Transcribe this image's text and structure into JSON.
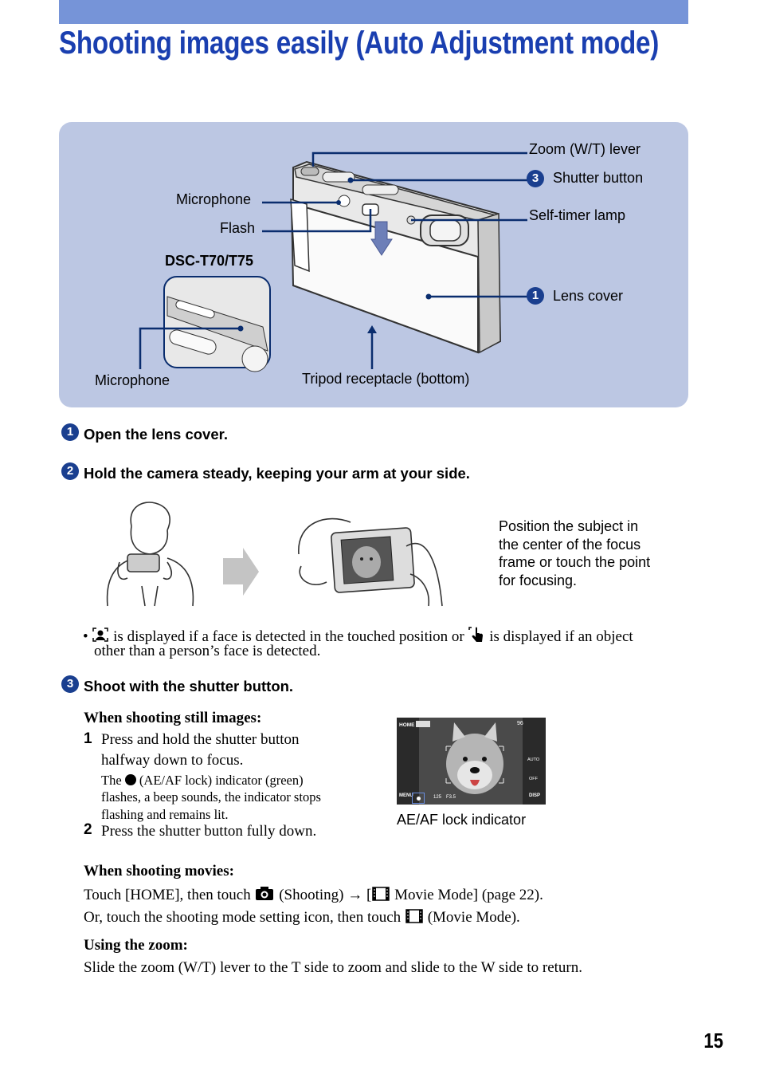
{
  "title": "Shooting images easily (Auto Adjustment mode)",
  "diagram": {
    "labels": {
      "zoom_lever": "Zoom (W/T) lever",
      "shutter_button": "Shutter button",
      "self_timer": "Self-timer lamp",
      "lens_cover": "Lens cover",
      "microphone": "Microphone",
      "flash": "Flash",
      "model": "DSC-T70/T75",
      "microphone_inset": "Microphone",
      "tripod": "Tripod receptacle (bottom)"
    },
    "badges": {
      "shutter": "3",
      "lens": "1"
    }
  },
  "steps": {
    "step1": {
      "num": "1",
      "text": "Open the lens cover."
    },
    "step2": {
      "num": "2",
      "text": "Hold the camera steady, keeping your arm at your side."
    },
    "step3": {
      "num": "3",
      "text": "Shoot with the shutter button."
    }
  },
  "position_note": [
    "Position the subject in",
    "the center of the focus",
    "frame or touch the point",
    "for focusing."
  ],
  "bullet": {
    "mark": "•",
    "line1a": "is displayed if a face is detected in the touched position or",
    "line1b": "is displayed if an object",
    "line2": "other than a person’s face is detected."
  },
  "still": {
    "heading": "When shooting still images:",
    "item1_num": "1",
    "item1_l1": "Press and hold the shutter button",
    "item1_l2": "halfway down to focus.",
    "note_l1a": "The",
    "note_l1b": "(AE/AF lock) indicator (green)",
    "note_l2": "flashes, a beep sounds, the indicator stops",
    "note_l3": "flashing and remains lit.",
    "item2_num": "2",
    "item2": "Press the shutter button fully down.",
    "caption": "AE/AF lock indicator"
  },
  "screen": {
    "home": "HOME",
    "count": "96",
    "menu": "MENU",
    "disp": "DISP",
    "shutter_speed": "125",
    "aperture": "F3.5",
    "auto": "AUTO",
    "off": "OFF"
  },
  "movies": {
    "heading": "When shooting movies:",
    "l1a": "Touch [HOME], then touch",
    "l1b": "(Shooting)",
    "l1c": "[",
    "l1d": "Movie Mode] (page 22).",
    "l2a": "Or, touch the shooting mode setting icon, then touch",
    "l2b": "(Movie Mode)."
  },
  "zoom": {
    "heading": "Using the zoom:",
    "text": "Slide the zoom (W/T) lever to the T side to zoom and slide to the W side to return."
  },
  "page_number": "15",
  "colors": {
    "title": "#1a3fb0",
    "bar": "#7694d8",
    "panel": "#bcc7e3",
    "callout": "#0a2d6e",
    "badge": "#1a3f8f"
  }
}
